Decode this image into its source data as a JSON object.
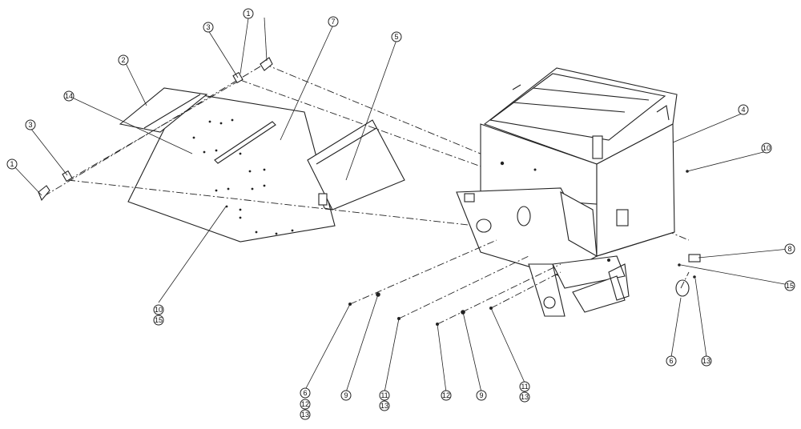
{
  "callouts": [
    {
      "id": "c1a",
      "label": "1"
    },
    {
      "id": "c1b",
      "label": "1"
    },
    {
      "id": "c2",
      "label": "2"
    },
    {
      "id": "c3a",
      "label": "3"
    },
    {
      "id": "c3b",
      "label": "3"
    },
    {
      "id": "c4",
      "label": "4"
    },
    {
      "id": "c5",
      "label": "5"
    },
    {
      "id": "c6a",
      "label": "6"
    },
    {
      "id": "c6b",
      "label": "6"
    },
    {
      "id": "c7",
      "label": "7"
    },
    {
      "id": "c8",
      "label": "8"
    },
    {
      "id": "c9a",
      "label": "9"
    },
    {
      "id": "c9b",
      "label": "9"
    },
    {
      "id": "c10a",
      "label": "10"
    },
    {
      "id": "c10b",
      "label": "10"
    },
    {
      "id": "c11a",
      "label": "11"
    },
    {
      "id": "c11b",
      "label": "11"
    },
    {
      "id": "c12a",
      "label": "12"
    },
    {
      "id": "c12b",
      "label": "12"
    },
    {
      "id": "c13a",
      "label": "13"
    },
    {
      "id": "c13b",
      "label": "13"
    },
    {
      "id": "c13c",
      "label": "13"
    },
    {
      "id": "c13d",
      "label": "13"
    },
    {
      "id": "c14",
      "label": "14"
    },
    {
      "id": "c15a",
      "label": "15"
    },
    {
      "id": "c15b",
      "label": "15"
    }
  ]
}
